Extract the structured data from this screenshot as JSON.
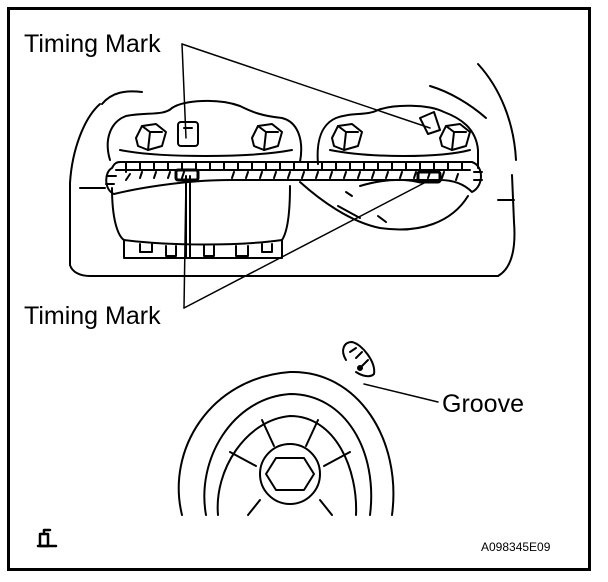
{
  "labels": {
    "timing_mark_top": "Timing Mark",
    "timing_mark_bottom": "Timing Mark",
    "groove": "Groove",
    "doc_code": "A098345E09"
  },
  "icons": {
    "corner_symbol": "book-hand-icon"
  },
  "colors": {
    "ink": "#000000",
    "paper": "#ffffff"
  }
}
